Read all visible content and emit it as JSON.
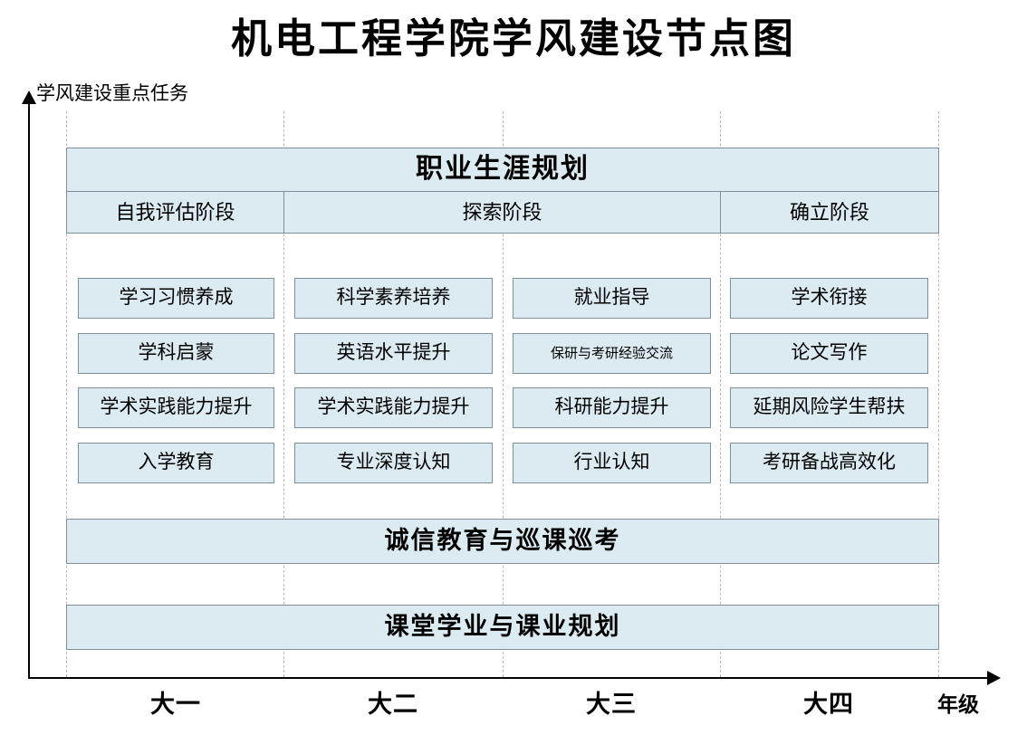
{
  "title": "机电工程学院学风建设节点图",
  "axes": {
    "y_label": "学风建设重点任务",
    "x_name": "年级",
    "x_ticks": [
      "大一",
      "大二",
      "大三",
      "大四"
    ]
  },
  "colors": {
    "box_fill": "#dcebf1",
    "box_border": "#7d909a",
    "gridline": "#b9b9b9",
    "axis": "#000000",
    "text": "#000000"
  },
  "banner": {
    "label": "职业生涯规划"
  },
  "stages": [
    {
      "label": "自我评估阶段"
    },
    {
      "label": "探索阶段"
    },
    {
      "label": "确立阶段"
    }
  ],
  "columns": [
    {
      "year": "大一",
      "items": [
        {
          "label": "学习习惯养成",
          "small": false
        },
        {
          "label": "学科启蒙",
          "small": false
        },
        {
          "label": "学术实践能力提升",
          "small": false
        },
        {
          "label": "入学教育",
          "small": false
        }
      ]
    },
    {
      "year": "大二",
      "items": [
        {
          "label": "科学素养培养",
          "small": false
        },
        {
          "label": "英语水平提升",
          "small": false
        },
        {
          "label": "学术实践能力提升",
          "small": false
        },
        {
          "label": "专业深度认知",
          "small": false
        }
      ]
    },
    {
      "year": "大三",
      "items": [
        {
          "label": "就业指导",
          "small": false
        },
        {
          "label": "保研与考研经验交流",
          "small": true
        },
        {
          "label": "科研能力提升",
          "small": false
        },
        {
          "label": "行业认知",
          "small": false
        }
      ]
    },
    {
      "year": "大四",
      "items": [
        {
          "label": "学术衔接",
          "small": false
        },
        {
          "label": "论文写作",
          "small": false
        },
        {
          "label": "延期风险学生帮扶",
          "small": false
        },
        {
          "label": "考研备战高效化",
          "small": false
        }
      ]
    }
  ],
  "bottom_bars": [
    {
      "label": "诚信教育与巡课巡考"
    },
    {
      "label": "课堂学业与课业规划"
    }
  ]
}
